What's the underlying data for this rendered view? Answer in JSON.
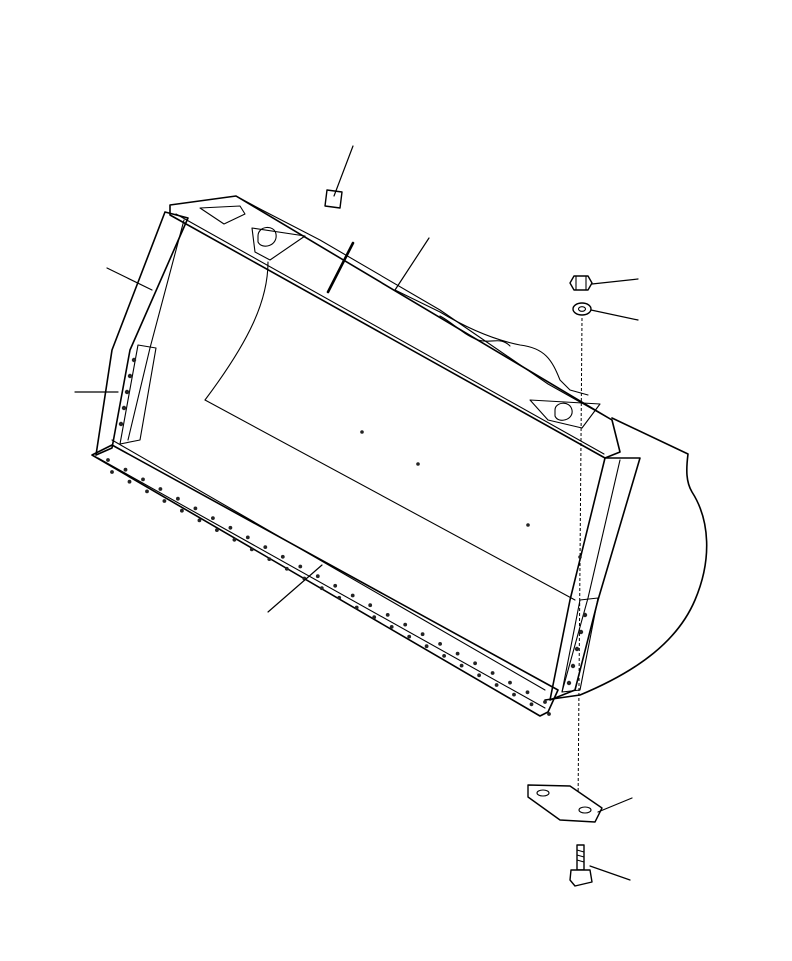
{
  "diagram": {
    "type": "exploded-parts-view",
    "callouts": [
      {
        "id": "plate-callout"
      },
      {
        "id": "top-beam-callout"
      },
      {
        "id": "side-plate-upper-callout"
      },
      {
        "id": "side-plate-lower-callout"
      },
      {
        "id": "cutting-edge-callout"
      },
      {
        "id": "nut-callout"
      },
      {
        "id": "washer-callout"
      },
      {
        "id": "shim-plate-callout"
      },
      {
        "id": "bolt-callout"
      }
    ]
  }
}
